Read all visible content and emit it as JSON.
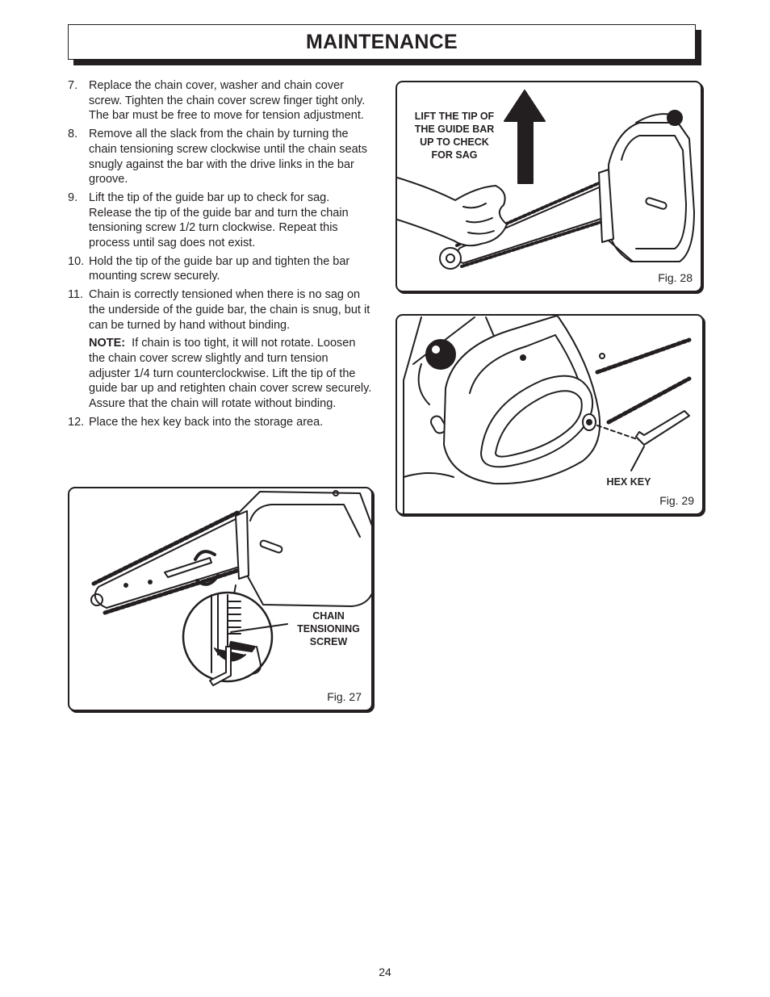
{
  "header": {
    "title": "MAINTENANCE"
  },
  "steps": [
    {
      "num": "7.",
      "text": "Replace the chain cover, washer and chain cover screw. Tighten the chain cover screw finger tight only. The bar must be free to move for tension adjustment."
    },
    {
      "num": "8.",
      "text": "Remove all the slack from the chain by turning the chain tensioning screw clockwise until the chain seats snugly against the bar with the drive links in the bar groove."
    },
    {
      "num": "9.",
      "text": "Lift the tip of the guide bar up to check for sag. Release the tip of the guide bar and turn the chain tensioning screw 1/2 turn clockwise. Repeat this process until sag does not exist."
    },
    {
      "num": "10.",
      "text": "Hold the tip of the guide bar up and tighten the bar mounting screw securely."
    },
    {
      "num": "11.",
      "text": "Chain is correctly tensioned when there is no sag on the underside of the guide bar, the chain is snug, but it can be turned by hand without binding."
    },
    {
      "num": "12.",
      "text": "Place the hex key back into the storage area."
    }
  ],
  "note": {
    "label": "NOTE:",
    "text": "If chain is too tight, it will not rotate. Loosen the chain cover screw slightly and turn tension adjuster 1/4 turn counterclockwise. Lift the tip of the guide bar up and retighten chain cover screw securely. Assure that the chain will rotate without binding."
  },
  "figures": {
    "fig27": {
      "caption": "Fig. 27",
      "callout": [
        "CHAIN",
        "TENSIONING",
        "SCREW"
      ]
    },
    "fig28": {
      "caption": "Fig. 28",
      "callout": [
        "LIFT THE TIP OF",
        "THE GUIDE BAR",
        "UP TO CHECK",
        "FOR SAG"
      ]
    },
    "fig29": {
      "caption": "Fig. 29",
      "callout": [
        "HEX KEY"
      ]
    }
  },
  "page_number": "24",
  "colors": {
    "ink": "#231f20",
    "paper": "#ffffff"
  }
}
